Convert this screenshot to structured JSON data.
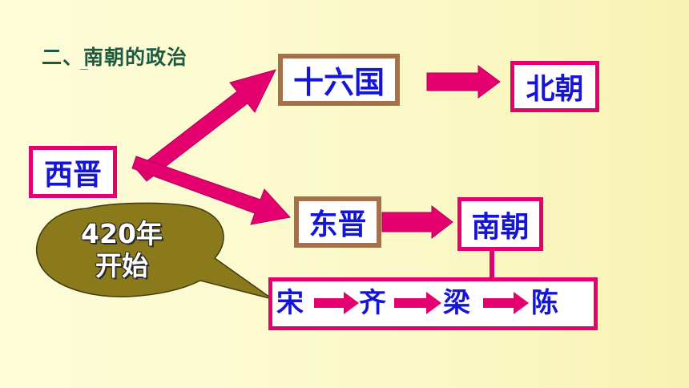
{
  "title": "二、南朝的政治",
  "nodes": {
    "xijin": "西晋",
    "sixteen_kingdoms": "十六国",
    "northern_dynasties": "北朝",
    "eastern_jin": "东晋",
    "southern_dynasties": "南朝"
  },
  "dynasties": [
    "宋",
    "齐",
    "梁",
    "陈"
  ],
  "callout": {
    "line1": "420年",
    "line2": "开始"
  },
  "colors": {
    "title": "#1e5a40",
    "box_text": "#1515d8",
    "pink_border": "#e4006e",
    "brown_border": "#a5704a",
    "arrow": "#e4006e",
    "callout_fill": "#8b7a1c"
  }
}
